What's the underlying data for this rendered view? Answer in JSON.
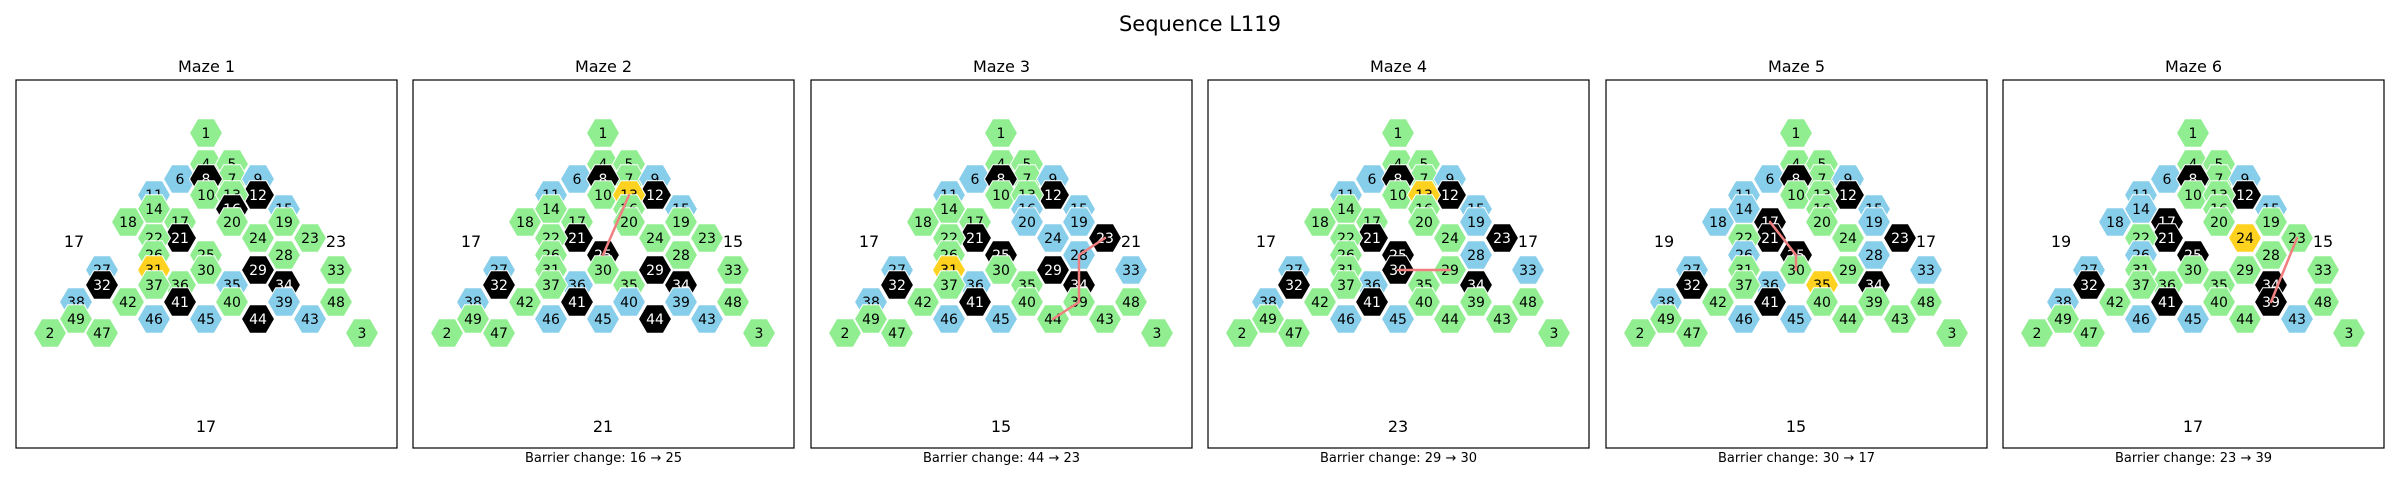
{
  "title": "Sequence L119",
  "colors": {
    "green": "#90ee90",
    "blue": "#87ceeb",
    "black": "#000000",
    "gold": "#ffd21f",
    "path": "#f08080",
    "frame": "#000000"
  },
  "layout_rows": [
    [
      1
    ],
    [
      4,
      5
    ],
    [
      6,
      8,
      7,
      9
    ],
    [
      11,
      10,
      13,
      12
    ],
    [
      14,
      16,
      15
    ],
    [
      18,
      17,
      20,
      19
    ],
    [
      22,
      21,
      24,
      23
    ],
    [
      26,
      25,
      28
    ],
    [
      27,
      31,
      30,
      29,
      33
    ],
    [
      32,
      37,
      36,
      35,
      34
    ],
    [
      38,
      42,
      41,
      40,
      39,
      48
    ],
    [
      49,
      46,
      45,
      44,
      43
    ],
    [
      2,
      47,
      3
    ]
  ],
  "mazes": [
    {
      "title": "Maze 1",
      "caption": "",
      "left": "17",
      "right": "23",
      "bottom": "17",
      "gold": [
        31
      ],
      "blue": [
        6,
        9,
        11,
        15,
        27,
        38,
        35,
        39,
        43,
        45,
        46
      ],
      "black": [
        8,
        12,
        16,
        21,
        29,
        32,
        34,
        41,
        44
      ],
      "path": []
    },
    {
      "title": "Maze 2",
      "caption": "Barrier change: 16 → 25",
      "left": "17",
      "right": "15",
      "bottom": "21",
      "gold": [
        13
      ],
      "blue": [
        6,
        9,
        11,
        15,
        27,
        38,
        36,
        39,
        43,
        45,
        46,
        40
      ],
      "black": [
        8,
        12,
        21,
        25,
        29,
        32,
        34,
        41,
        44
      ],
      "path": [
        13,
        25
      ]
    },
    {
      "title": "Maze 3",
      "caption": "Barrier change: 44 → 23",
      "left": "17",
      "right": "21",
      "bottom": "15",
      "gold": [
        31
      ],
      "blue": [
        6,
        9,
        11,
        15,
        16,
        19,
        20,
        24,
        28,
        33,
        27,
        38,
        36,
        45,
        46
      ],
      "black": [
        8,
        12,
        21,
        23,
        25,
        29,
        32,
        34,
        41
      ],
      "path": [
        44,
        39,
        34,
        28,
        23
      ]
    },
    {
      "title": "Maze 4",
      "caption": "Barrier change: 29 → 30",
      "left": "17",
      "right": "17",
      "bottom": "23",
      "gold": [
        13
      ],
      "blue": [
        6,
        9,
        11,
        15,
        19,
        27,
        28,
        33,
        36,
        38,
        45,
        46
      ],
      "black": [
        8,
        12,
        21,
        23,
        25,
        30,
        32,
        34,
        41
      ],
      "path": [
        30,
        29
      ]
    },
    {
      "title": "Maze 5",
      "caption": "Barrier change: 30 → 17",
      "left": "19",
      "right": "17",
      "bottom": "15",
      "gold": [
        35
      ],
      "blue": [
        6,
        9,
        11,
        14,
        15,
        18,
        19,
        26,
        27,
        28,
        33,
        36,
        38,
        45,
        46
      ],
      "black": [
        8,
        12,
        17,
        21,
        23,
        25,
        32,
        34,
        41
      ],
      "path": [
        17,
        25,
        30
      ]
    },
    {
      "title": "Maze 6",
      "caption": "Barrier change: 23 → 39",
      "left": "19",
      "right": "15",
      "bottom": "17",
      "gold": [
        24
      ],
      "blue": [
        6,
        9,
        11,
        14,
        15,
        18,
        26,
        27,
        38,
        43,
        45,
        46
      ],
      "black": [
        8,
        12,
        17,
        21,
        25,
        32,
        34,
        39,
        41
      ],
      "path": [
        23,
        39
      ]
    }
  ]
}
